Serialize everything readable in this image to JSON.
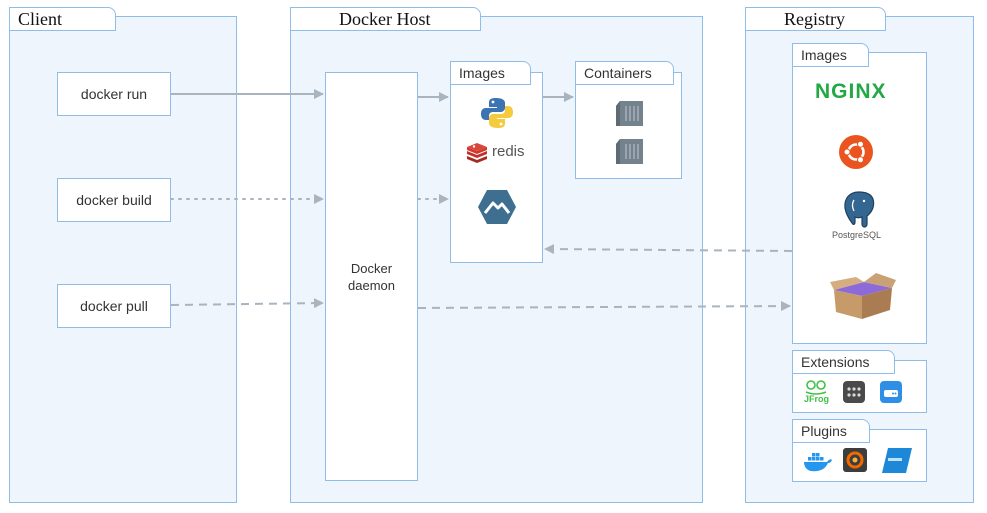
{
  "client": {
    "title": "Client",
    "commands": [
      "docker run",
      "docker build",
      "docker pull"
    ]
  },
  "host": {
    "title": "Docker Host",
    "daemon_label": "Docker\ndaemon",
    "images_title": "Images",
    "containers_title": "Containers",
    "images": [
      {
        "name": "python",
        "icon": "python-logo-icon"
      },
      {
        "name": "redis",
        "label": "redis",
        "icon": "redis-logo-icon"
      },
      {
        "name": "alpine",
        "icon": "alpine-mountain-icon"
      }
    ],
    "containers": [
      "container-icon",
      "container-icon"
    ]
  },
  "registry": {
    "title": "Registry",
    "images_title": "Images",
    "images": [
      {
        "name": "nginx",
        "label": "NGINX",
        "icon": "nginx-logo-icon"
      },
      {
        "name": "ubuntu",
        "icon": "ubuntu-logo-icon"
      },
      {
        "name": "postgresql",
        "label": "PostgreSQL",
        "icon": "postgresql-elephant-icon"
      },
      {
        "name": "box",
        "icon": "cardboard-box-icon"
      }
    ],
    "extensions_title": "Extensions",
    "extensions": [
      {
        "label": "JFrog",
        "icon": "jfrog-frog-icon"
      },
      {
        "icon": "grid-dots-icon"
      },
      {
        "icon": "cloud-drive-icon"
      }
    ],
    "plugins_title": "Plugins",
    "plugins": [
      {
        "icon": "docker-whale-icon"
      },
      {
        "icon": "grafana-icon"
      },
      {
        "icon": "vmware-icon"
      }
    ]
  },
  "colors": {
    "panel_fill": "#eef5fc",
    "panel_border": "#8ebde9",
    "arrow": "#a9b4bf",
    "nginx_green": "#22a844",
    "ubuntu_orange": "#e9541f",
    "redis_red": "#d3382f"
  }
}
